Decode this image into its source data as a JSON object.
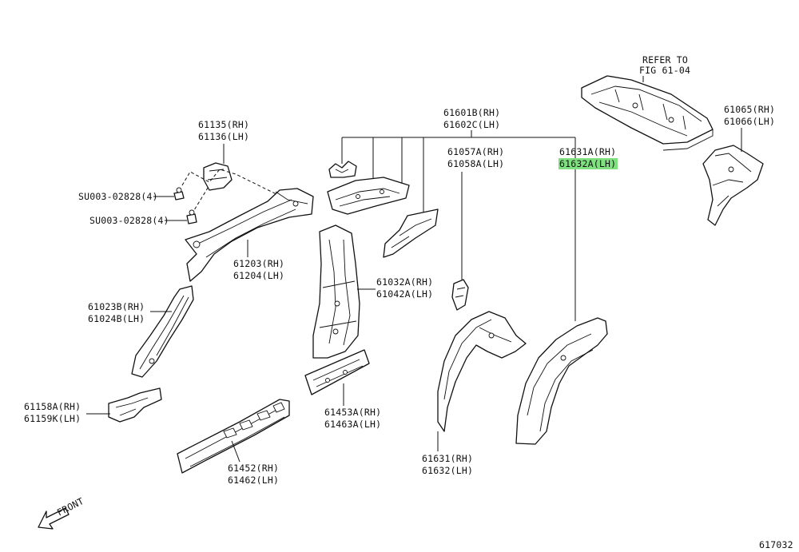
{
  "labels": {
    "refer_line1": "REFER TO",
    "refer_line2": "FIG 61-04",
    "p61065": "61065(RH)",
    "p61066": "61066(LH)",
    "p61601": "61601B(RH)",
    "p61602": "61602C(LH)",
    "p61057": "61057A(RH)",
    "p61058": "61058A(LH)",
    "p61631a": "61631A(RH)",
    "p61632a": "61632A(LH)",
    "p61135": "61135(RH)",
    "p61136": "61136(LH)",
    "su_upper": "SU003-02828(4)",
    "su_lower": "SU003-02828(4)",
    "p61203": "61203(RH)",
    "p61204": "61204(LH)",
    "p61023": "61023B(RH)",
    "p61024": "61024B(LH)",
    "p61032": "61032A(RH)",
    "p61042": "61042A(LH)",
    "p61158": "61158A(RH)",
    "p61159": "61159K(LH)",
    "p61453": "61453A(RH)",
    "p61463": "61463A(LH)",
    "p61452": "61452(RH)",
    "p61462": "61462(LH)",
    "p61631": "61631(RH)",
    "p61632": "61632(LH)",
    "front": "FRONT",
    "fig_number": "617032"
  },
  "colors": {
    "line": "#111111",
    "highlight": "#7fe07f",
    "background": "#ffffff"
  },
  "highlighted_part": "61632A(LH)"
}
